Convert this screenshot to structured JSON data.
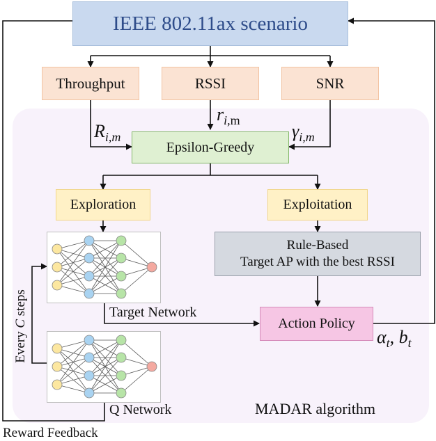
{
  "title_box": {
    "text": "IEEE 802.11ax scenario"
  },
  "metrics": {
    "throughput": "Throughput",
    "rssi": "RSSI",
    "snr": "SNR"
  },
  "symbols": {
    "throughput_sym": "R",
    "throughput_sub": "i,m",
    "rssi_sym": "r",
    "rssi_sub": "i,",
    "rssi_sub2": "m",
    "snr_sym": "γ",
    "snr_sub": "i,m",
    "action_a": "α",
    "action_a_sub": "t",
    "action_sep": ", ",
    "action_b": "b",
    "action_b_sub": "t"
  },
  "epsilon_greedy": "Epsilon-Greedy",
  "exploration": "Exploration",
  "exploitation": "Exploitation",
  "rule_based": {
    "line1": "Rule-Based",
    "line2": "Target AP with the best RSSI"
  },
  "target_network": "Target Network",
  "q_network": "Q Network",
  "action_policy": "Action Policy",
  "every_c_steps": {
    "pre": "Every ",
    "c": "C",
    "post": " steps"
  },
  "algorithm_label": "MADAR algorithm",
  "reward_feedback": "Reward Feedback",
  "colors": {
    "title_fill": "#c9d9ef",
    "title_text": "#2e4c8a",
    "metric_fill": "#fbe3d3",
    "metric_border": "#f2c3a2",
    "eg_fill": "#dff0d2",
    "eg_border": "#84b86a",
    "explore_fill": "#fff1c6",
    "explore_border": "#f1d68a",
    "rule_fill": "#d5d9e0",
    "rule_border": "#9aa0aa",
    "policy_fill": "#f6c6e4",
    "policy_border": "#d58bba",
    "algo_region": "#f8f2fb",
    "node_input": "#fce7a0",
    "node_hidden1": "#a9d3f1",
    "node_hidden2": "#b7e4a7",
    "node_output": "#f4a9a0"
  }
}
